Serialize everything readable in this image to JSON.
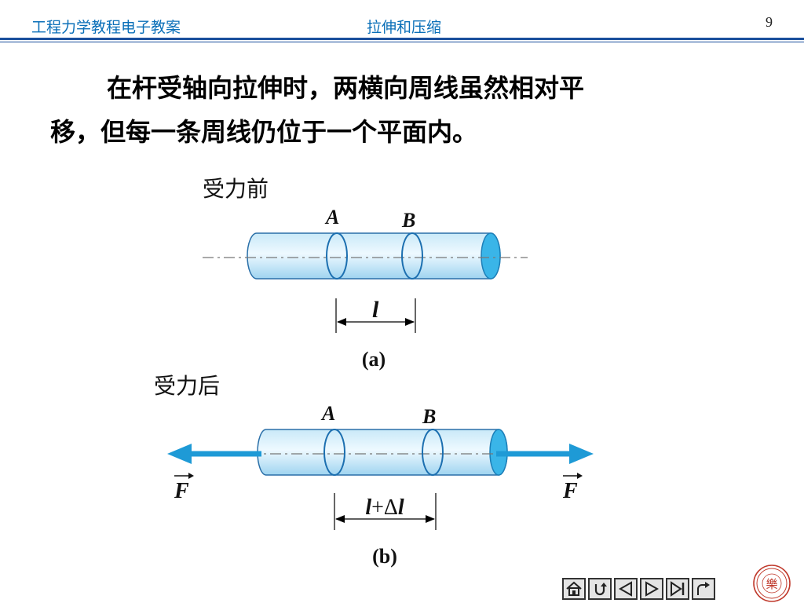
{
  "header": {
    "course_title": "工程力学教程电子教案",
    "chapter_title": "拉伸和压缩",
    "page_number": "9"
  },
  "body": {
    "line1": "在杆受轴向拉伸时，两横向周线虽然相对平",
    "line2": "移，但每一条周线仍位于一个平面内。"
  },
  "figure_a": {
    "state_label": "受力前",
    "label_A": "A",
    "label_B": "B",
    "length_label": "l",
    "caption": "(a)"
  },
  "figure_b": {
    "state_label": "受力后",
    "label_A": "A",
    "label_B": "B",
    "length_main": "l",
    "length_plus": "+Δ",
    "length_tail": "l",
    "force_left": "F",
    "force_right": "F",
    "caption": "(b)"
  },
  "colors": {
    "accent_blue": "#0a6fb8",
    "rule_blue": "#1a4f9c",
    "arrow_blue": "#1e9ad6",
    "cylinder_end": "#3ab5e8"
  },
  "nav": {
    "icons": [
      "home-icon",
      "return-icon",
      "previous-icon",
      "next-icon",
      "last-icon",
      "jump-icon"
    ]
  },
  "seal": {
    "center_char": "樂"
  }
}
